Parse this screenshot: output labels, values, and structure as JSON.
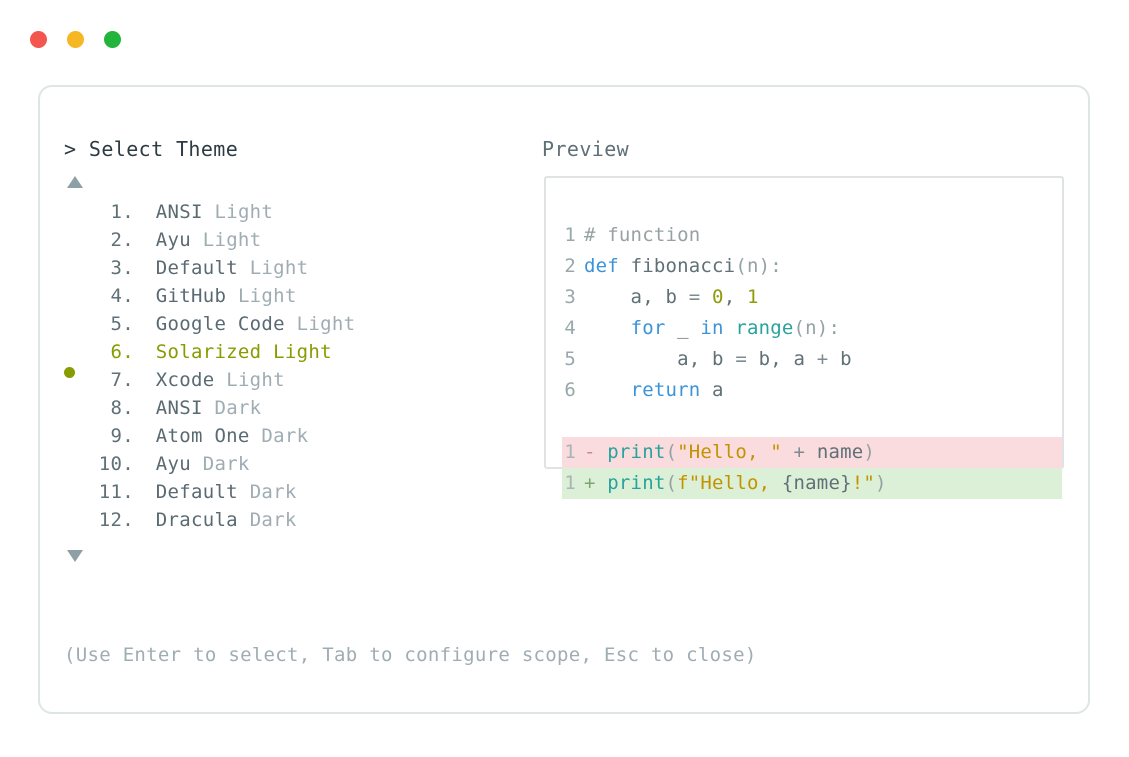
{
  "window": {
    "traffic_lights": [
      {
        "name": "close-dot",
        "color": "#f2564e"
      },
      {
        "name": "minimize-dot",
        "color": "#f5b723"
      },
      {
        "name": "maximize-dot",
        "color": "#22b43b"
      }
    ]
  },
  "left_panel": {
    "heading": "> Select Theme",
    "scroll_up_icon": "triangle-up-icon",
    "scroll_down_icon": "triangle-down-icon",
    "selected_index": 6,
    "selected_color": "#889c00",
    "items": [
      {
        "index": "1.",
        "name": "ANSI",
        "variant": "Light",
        "selected": false,
        "bullet": ""
      },
      {
        "index": "2.",
        "name": "Ayu",
        "variant": "Light",
        "selected": false,
        "bullet": ""
      },
      {
        "index": "3.",
        "name": "Default",
        "variant": "Light",
        "selected": false,
        "bullet": ""
      },
      {
        "index": "4.",
        "name": "GitHub",
        "variant": "Light",
        "selected": false,
        "bullet": ""
      },
      {
        "index": "5.",
        "name": "Google Code",
        "variant": "Light",
        "selected": false,
        "bullet": ""
      },
      {
        "index": "6.",
        "name": "Solarized",
        "variant": "Light",
        "selected": true,
        "bullet": "selected-dot"
      },
      {
        "index": "7.",
        "name": "Xcode",
        "variant": "Light",
        "selected": false,
        "bullet": ""
      },
      {
        "index": "8.",
        "name": "ANSI",
        "variant": "Dark",
        "selected": false,
        "bullet": ""
      },
      {
        "index": "9.",
        "name": "Atom One",
        "variant": "Dark",
        "selected": false,
        "bullet": ""
      },
      {
        "index": "10.",
        "name": "Ayu",
        "variant": "Dark",
        "selected": false,
        "bullet": ""
      },
      {
        "index": "11.",
        "name": "Default",
        "variant": "Dark",
        "selected": false,
        "bullet": ""
      },
      {
        "index": "12.",
        "name": "Dracula",
        "variant": "Dark",
        "selected": false,
        "bullet": ""
      }
    ]
  },
  "right_panel": {
    "heading": "Preview",
    "code_lines": [
      {
        "ln": "1",
        "tokens": [
          {
            "t": "# function",
            "c": "tok-comment"
          }
        ]
      },
      {
        "ln": "2",
        "tokens": [
          {
            "t": "def ",
            "c": "tok-kw"
          },
          {
            "t": "fibonacci",
            "c": "tok-fn"
          },
          {
            "t": "(n):",
            "c": "tok-punct"
          }
        ]
      },
      {
        "ln": "3",
        "tokens": [
          {
            "t": "    a, b ",
            "c": "tok-plain"
          },
          {
            "t": "= ",
            "c": "tok-op"
          },
          {
            "t": "0",
            "c": "tok-num"
          },
          {
            "t": ", ",
            "c": "tok-plain"
          },
          {
            "t": "1",
            "c": "tok-num"
          }
        ]
      },
      {
        "ln": "4",
        "tokens": [
          {
            "t": "    ",
            "c": "tok-plain"
          },
          {
            "t": "for ",
            "c": "tok-kw"
          },
          {
            "t": "_ ",
            "c": "tok-plain"
          },
          {
            "t": "in ",
            "c": "tok-kw"
          },
          {
            "t": "range",
            "c": "tok-builtin"
          },
          {
            "t": "(n):",
            "c": "tok-punct"
          }
        ]
      },
      {
        "ln": "5",
        "tokens": [
          {
            "t": "        a, b ",
            "c": "tok-plain"
          },
          {
            "t": "= ",
            "c": "tok-op"
          },
          {
            "t": "b, a ",
            "c": "tok-plain"
          },
          {
            "t": "+ ",
            "c": "tok-op"
          },
          {
            "t": "b",
            "c": "tok-plain"
          }
        ]
      },
      {
        "ln": "6",
        "tokens": [
          {
            "t": "    ",
            "c": "tok-plain"
          },
          {
            "t": "return ",
            "c": "tok-kw"
          },
          {
            "t": "a",
            "c": "tok-plain"
          }
        ]
      }
    ],
    "diff_lines": [
      {
        "ln": "1",
        "kind": "removed",
        "bg": "#fadcdf",
        "tokens": [
          {
            "t": "- ",
            "c": "tok-delmark"
          },
          {
            "t": "print",
            "c": "tok-builtin"
          },
          {
            "t": "(",
            "c": "tok-punct"
          },
          {
            "t": "\"Hello, \"",
            "c": "tok-str"
          },
          {
            "t": " ",
            "c": "tok-plain"
          },
          {
            "t": "+ ",
            "c": "tok-op"
          },
          {
            "t": "name",
            "c": "tok-plain"
          },
          {
            "t": ")",
            "c": "tok-punct"
          }
        ]
      },
      {
        "ln": "1",
        "kind": "added",
        "bg": "#dcf0d7",
        "tokens": [
          {
            "t": "+ ",
            "c": "tok-addmark"
          },
          {
            "t": "print",
            "c": "tok-builtin"
          },
          {
            "t": "(",
            "c": "tok-punct"
          },
          {
            "t": "f\"Hello, ",
            "c": "tok-str"
          },
          {
            "t": "{name}",
            "c": "tok-plain"
          },
          {
            "t": "!\"",
            "c": "tok-str"
          },
          {
            "t": ")",
            "c": "tok-punct"
          }
        ]
      }
    ]
  },
  "footer": {
    "hint": "(Use Enter to select, Tab to configure scope, Esc to close)"
  }
}
